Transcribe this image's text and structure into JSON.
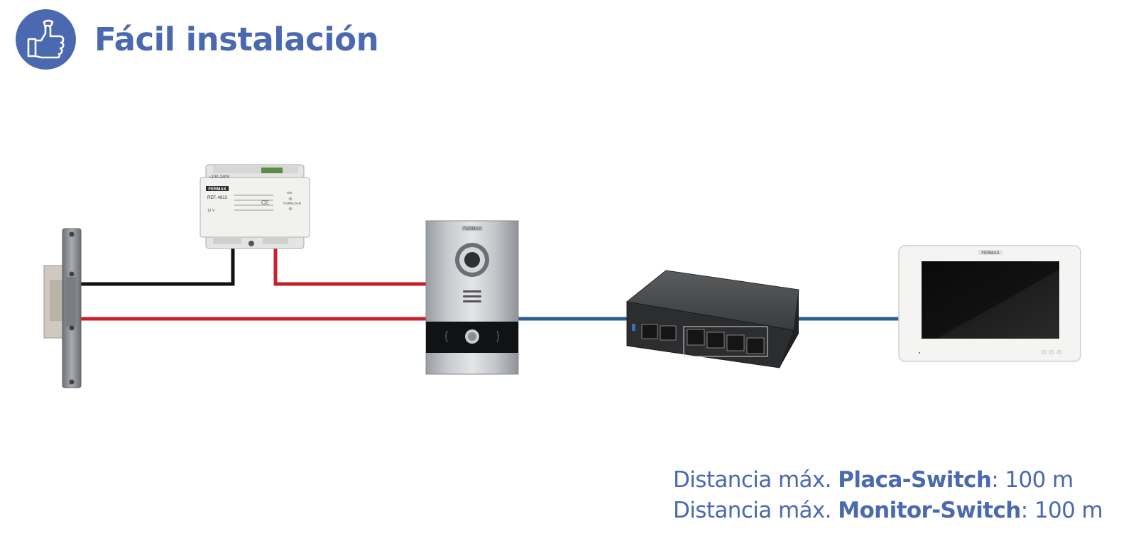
{
  "header": {
    "title": "Fácil instalación",
    "icon": "thumbs-up-wrench-icon",
    "accent_color": "#4a69b0"
  },
  "devices": {
    "power_supply": {
      "brand": "FERMAX",
      "ref": "REF. 4813",
      "input": "~100-240V",
      "output": "12 V",
      "led_labels": [
        "ON",
        "OVERLOAD"
      ]
    },
    "door_panel": {
      "brand": "FERMAX"
    },
    "monitor": {
      "brand": "FERMAX"
    }
  },
  "wires": {
    "black_color": "#111111",
    "red_color": "#c8202a",
    "blue_color": "#2d5f8e"
  },
  "captions": [
    {
      "prefix": "Distancia máx.",
      "bold": "Placa-Switch",
      "suffix": ": 100 m"
    },
    {
      "prefix": "Distancia máx.",
      "bold": "Monitor-Switch",
      "suffix": ": 100 m"
    }
  ]
}
